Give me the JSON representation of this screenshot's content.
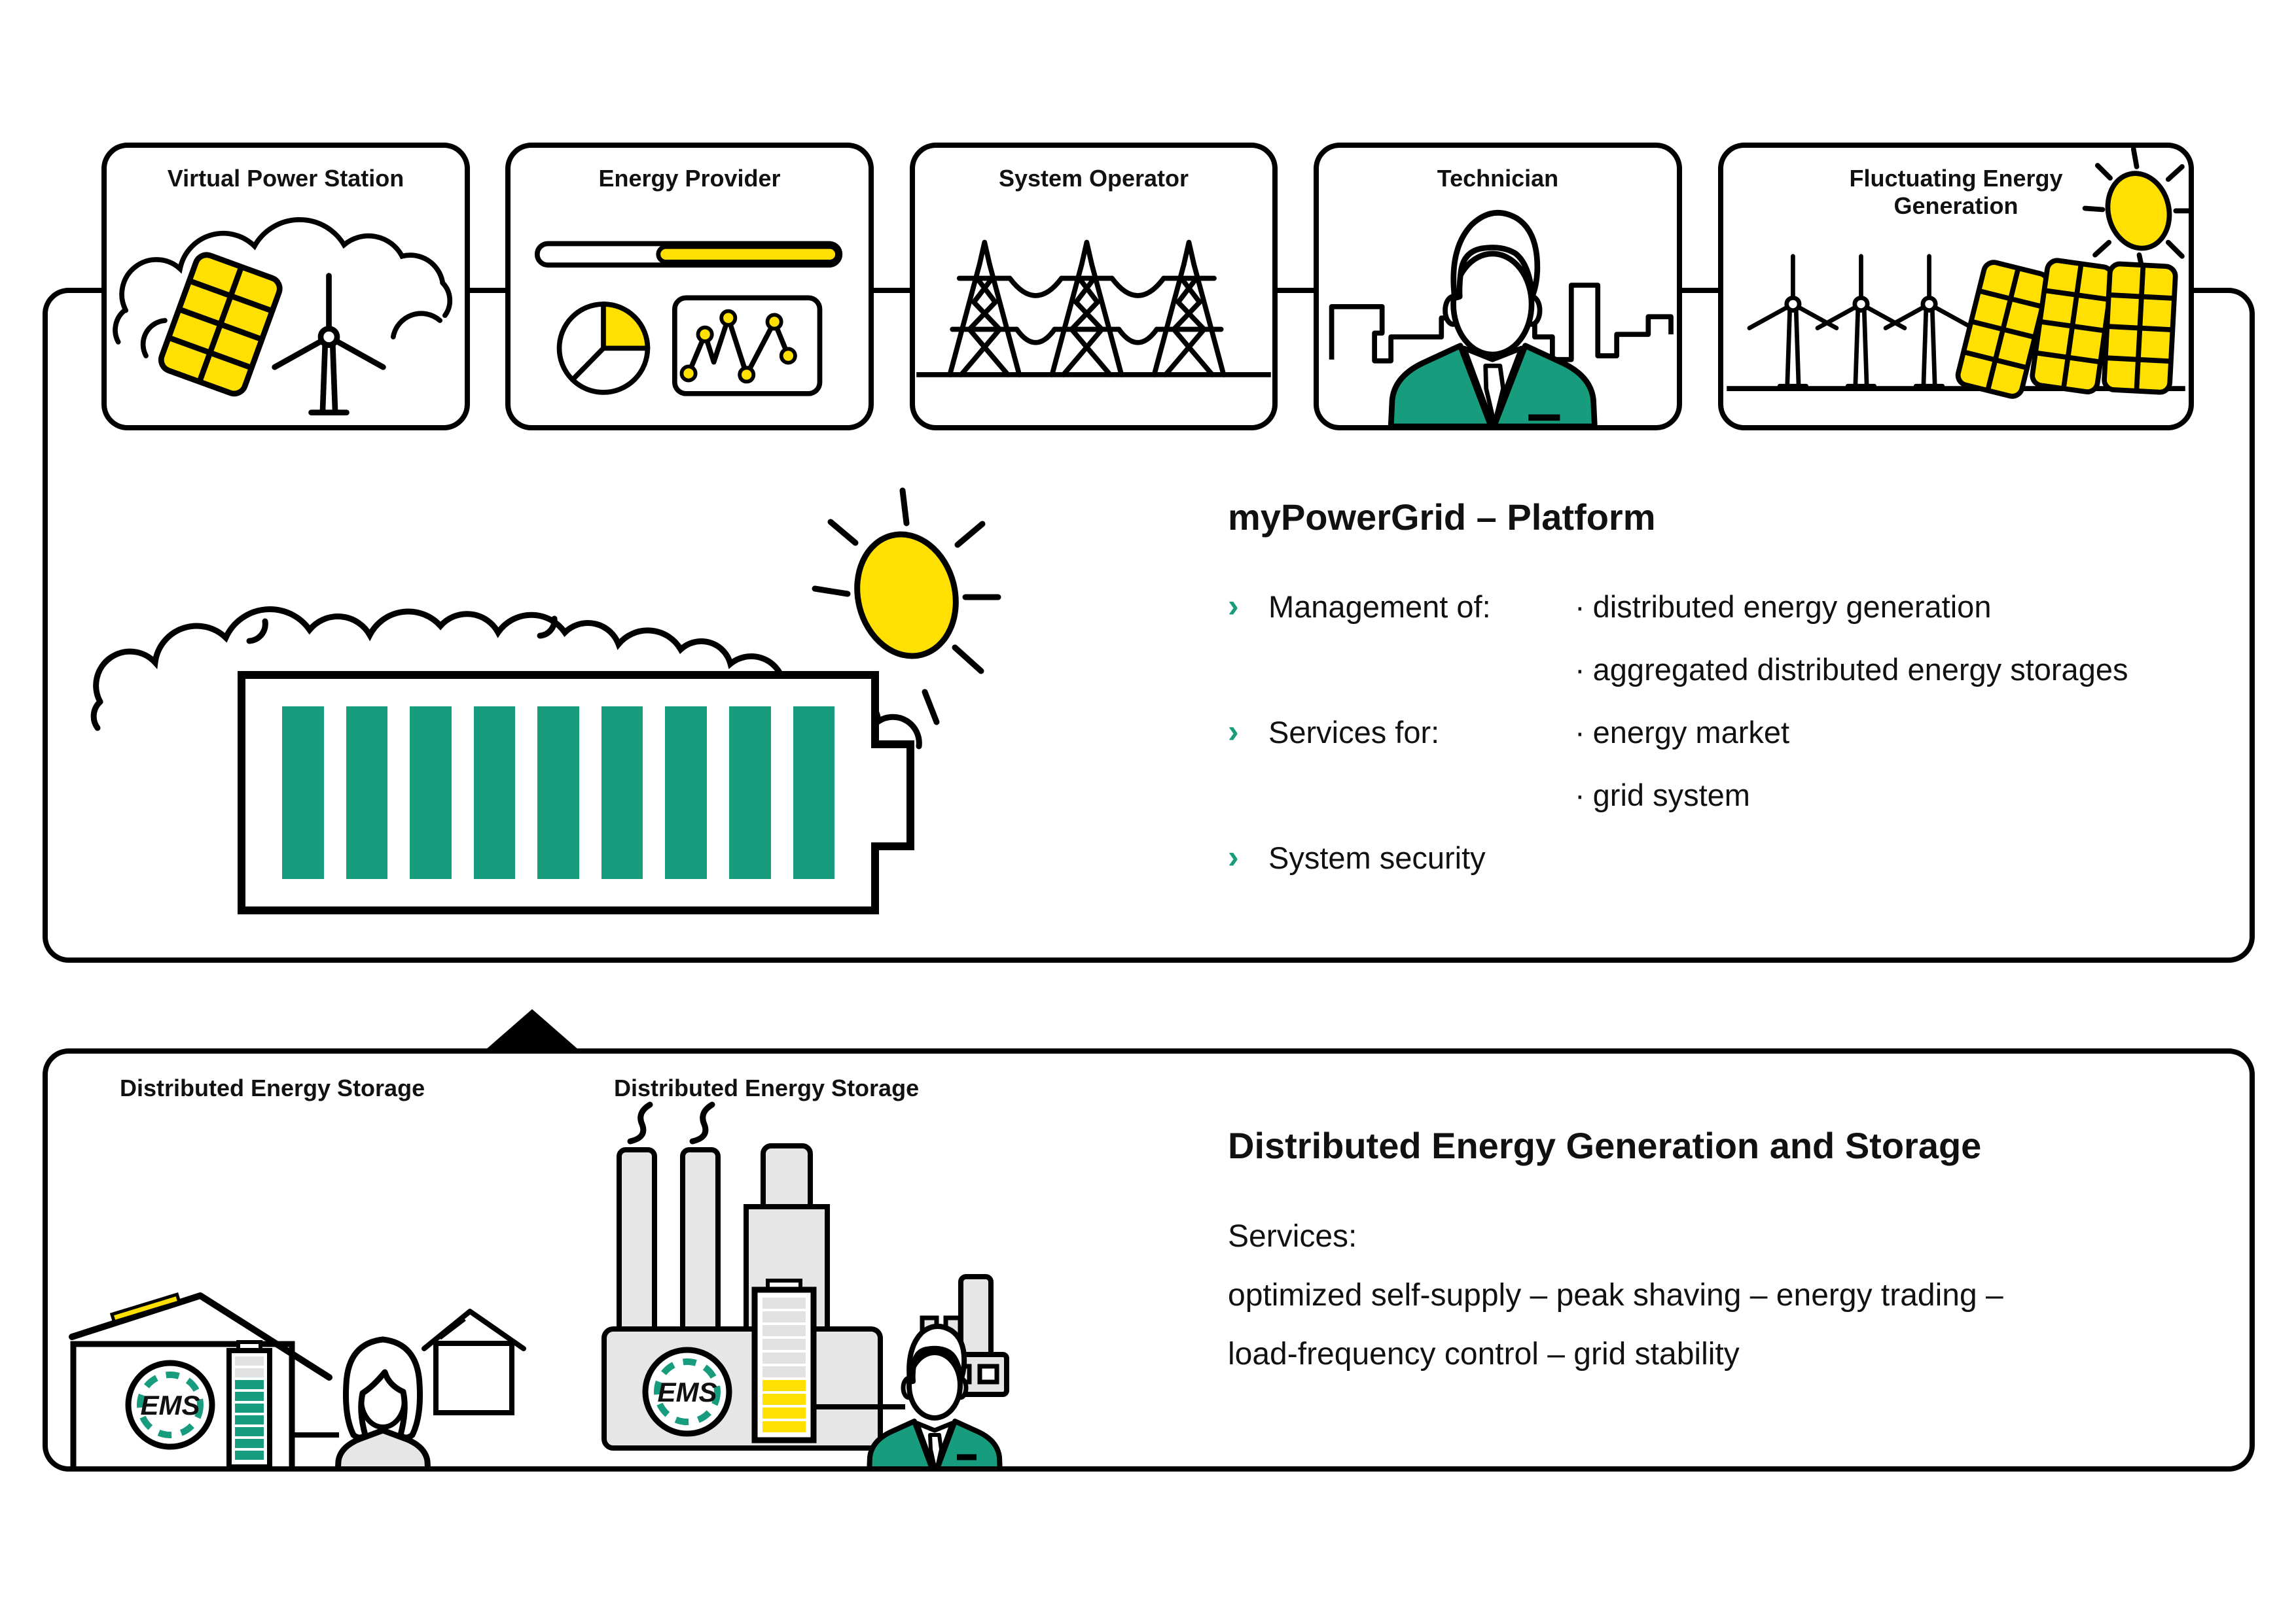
{
  "ui": {
    "arrow_glyph": "›",
    "dot_glyph": "·"
  },
  "colors": {
    "accent_green": "#179c7d",
    "accent_yellow": "#ffe000",
    "light_gray": "#e6e6e6",
    "line_black": "#000000"
  },
  "top_boxes": [
    {
      "label": "Virtual Power Station"
    },
    {
      "label": "Energy Provider"
    },
    {
      "label": "System Operator"
    },
    {
      "label": "Technician"
    },
    {
      "label": "Fluctuating Energy Generation"
    }
  ],
  "platform": {
    "title": "myPowerGrid – Platform",
    "bullets": [
      {
        "label": "Management of:",
        "items": [
          "distributed energy generation",
          "aggregated distributed energy storages"
        ]
      },
      {
        "label": "Services for:",
        "items": [
          "energy market",
          "grid system"
        ]
      },
      {
        "label": "System security",
        "items": []
      }
    ]
  },
  "storage": {
    "left_label": "Distributed Energy Storage",
    "right_label": "Distributed Energy Storage",
    "title": "Distributed Energy Generation and Storage",
    "services_label": "Services:",
    "services_line1": "optimized self-supply – peak shaving – energy trading –",
    "services_line2": "load-frequency control – grid stability",
    "ems_label": "EMS"
  }
}
